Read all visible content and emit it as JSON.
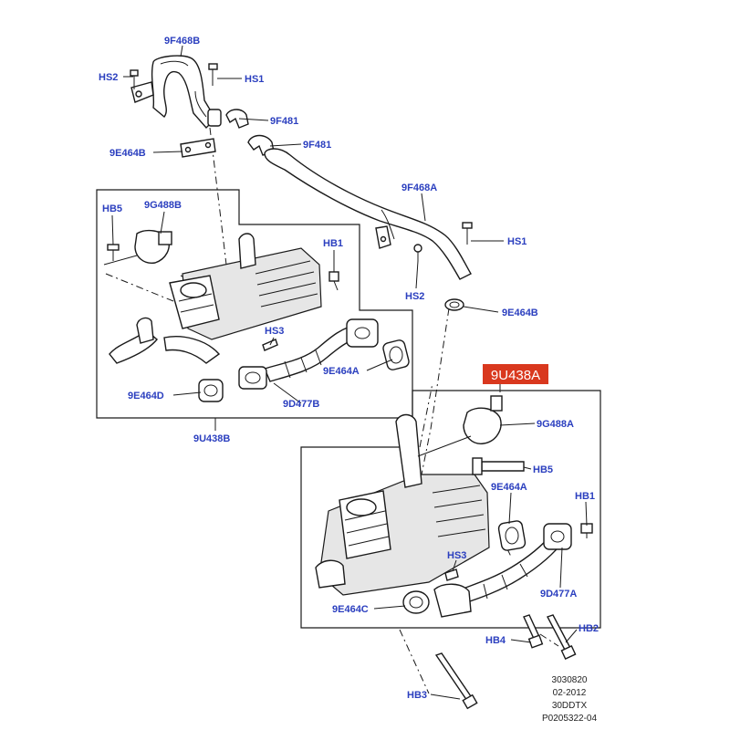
{
  "colors": {
    "label": "#2b3fbf",
    "highlight_bg": "#d9381e",
    "highlight_text": "#ffffff",
    "line": "#1a1a1a"
  },
  "labels": {
    "9f468b_top": "9F468B",
    "hs2_top": "HS2",
    "hs1_top": "HS1",
    "9f481_a": "9F481",
    "9f481_b": "9F481",
    "9e464b_left": "9E464B",
    "9f468a": "9F468A",
    "hs1_right": "HS1",
    "hs2_right": "HS2",
    "9e464b_right": "9E464B",
    "hb5_left": "HB5",
    "9g488b": "9G488B",
    "hb1_left": "HB1",
    "hs3_left": "HS3",
    "9e464a_left": "9E464A",
    "9e464d": "9E464D",
    "9d477b": "9D477B",
    "9u438b": "9U438B",
    "9u438a": "9U438A",
    "9g488a": "9G488A",
    "hb5_right": "HB5",
    "9e464a_right": "9E464A",
    "hb1_right": "HB1",
    "hs3_right": "HS3",
    "9d477a": "9D477A",
    "9e464c": "9E464C",
    "hb4": "HB4",
    "hb2": "HB2",
    "hb3": "HB3"
  },
  "reference": {
    "line1": "3030820",
    "line2": "02-2012",
    "line3": "30DDTX",
    "line4": "P0205322-04"
  }
}
